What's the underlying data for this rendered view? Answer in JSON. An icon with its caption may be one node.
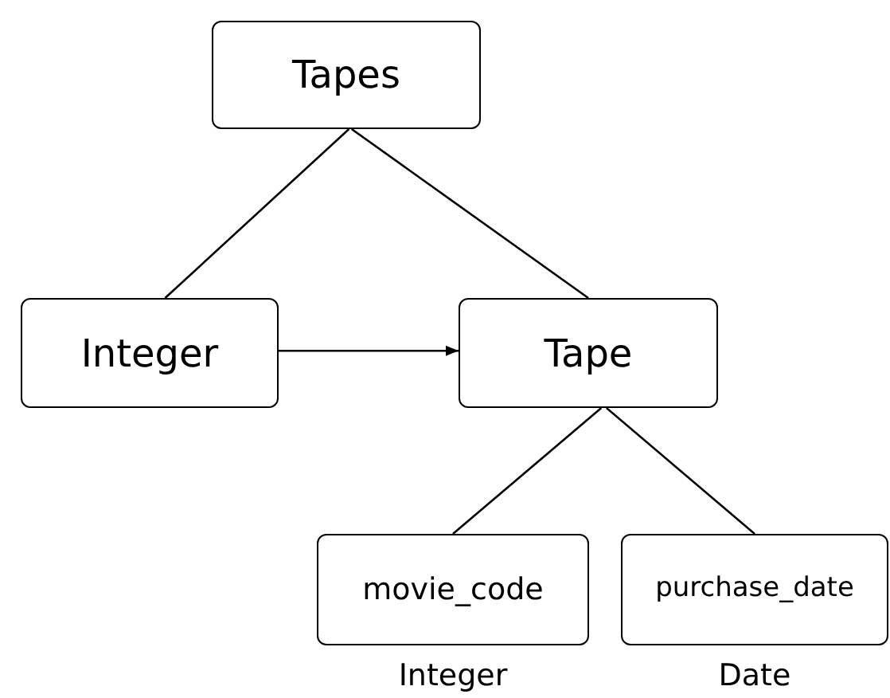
{
  "diagram": {
    "nodes": [
      {
        "text": [
          "Tapes"
        ]
      },
      {
        "text": [
          "Integer"
        ]
      },
      {
        "text": [
          "Tape"
        ]
      },
      {
        "text": [
          "movie_code"
        ],
        "beside": [
          "Integer"
        ]
      },
      {
        "text": [
          "purchase_date"
        ],
        "beside": [
          "Date"
        ]
      }
    ],
    "edges": [
      {
        "from": 0,
        "to": 1,
        "arrow": "none"
      },
      {
        "from": 0,
        "to": 2,
        "arrow": "none"
      },
      {
        "from": 1,
        "to": 2,
        "arrow": "to"
      },
      {
        "from": 2,
        "to": 3,
        "arrow": "none"
      },
      {
        "from": 2,
        "to": 4,
        "arrow": "none"
      }
    ]
  }
}
